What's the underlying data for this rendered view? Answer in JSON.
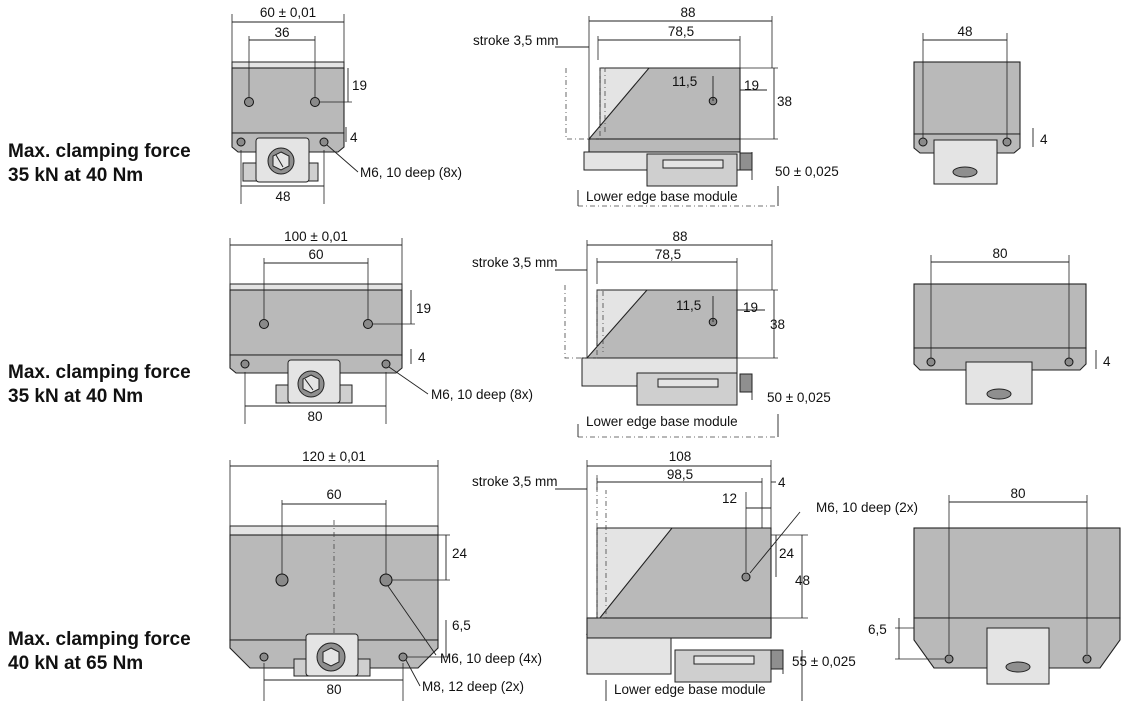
{
  "rows": [
    {
      "caption": [
        "Max. clamping force",
        "35 kN at 40 Nm"
      ],
      "front": {
        "width": "60 ± 0,01",
        "holes": "36",
        "height": "19",
        "lower": "4",
        "base": "48",
        "thread": "M6, 10 deep (8x)"
      },
      "side": {
        "stroke": "stroke 3,5 mm",
        "total": "88",
        "inner": "78,5",
        "offset": "11,5",
        "small": "19",
        "height": "38",
        "base_height": "50 ± 0,025",
        "base_label": "Lower edge base module"
      },
      "end": {
        "width": "48",
        "lower": "4"
      }
    },
    {
      "caption": [
        "Max. clamping force",
        "35 kN at 40 Nm"
      ],
      "front": {
        "width": "100 ± 0,01",
        "holes": "60",
        "height": "19",
        "lower": "4",
        "base": "80",
        "thread": "M6, 10 deep (8x)"
      },
      "side": {
        "stroke": "stroke 3,5 mm",
        "total": "88",
        "inner": "78,5",
        "offset": "11,5",
        "small": "19",
        "height": "38",
        "base_height": "50 ± 0,025",
        "base_label": "Lower edge base module"
      },
      "end": {
        "width": "80",
        "lower": "4"
      }
    },
    {
      "caption": [
        "Max. clamping force",
        "40 kN at 65 Nm"
      ],
      "front": {
        "width": "120 ± 0,01",
        "holes": "60",
        "height": "24",
        "lower": "6,5",
        "base": "80",
        "thread": "M6, 10 deep (4x)",
        "thread2": "M8, 12 deep (2x)"
      },
      "side": {
        "stroke": "stroke 3,5 mm",
        "total": "108",
        "inner": "98,5",
        "offset": "12",
        "right": "4",
        "thread": "M6, 10 deep (2x)",
        "small": "24",
        "height": "48",
        "base_height": "55 ± 0,025",
        "base_label": "Lower edge base module"
      },
      "end": {
        "width": "80",
        "lower": "6,5"
      }
    }
  ]
}
